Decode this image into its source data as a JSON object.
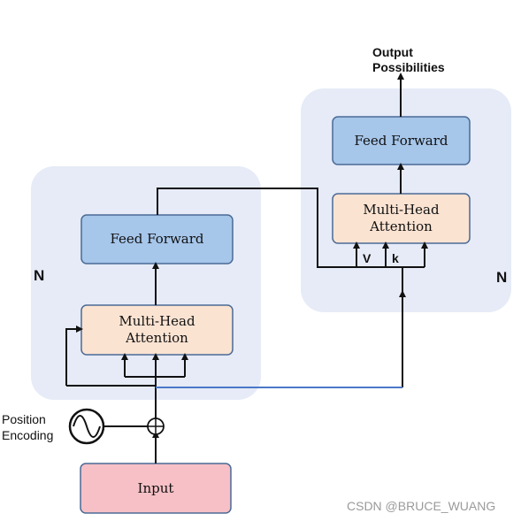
{
  "encoder": {
    "repeat_label": "N",
    "feed_forward_label": "Feed Forward",
    "attention_line1": "Multi-Head",
    "attention_line2": "Attention"
  },
  "decoder": {
    "repeat_label": "N",
    "feed_forward_label": "Feed Forward",
    "attention_line1": "Multi-Head",
    "attention_line2": "Attention",
    "v_label": "V",
    "k_label": "k"
  },
  "input_label": "Input",
  "position_encoding_line1": "Position",
  "position_encoding_line2": "Encoding",
  "output_line1": "Output",
  "output_line2": "Possibilities",
  "watermark": "CSDN @BRUCE_WUANG",
  "colors": {
    "panel": "#e6ebf7",
    "feed_forward": "#a6c6ea",
    "attention": "#fbe3d2",
    "input": "#f6c0c6",
    "box_border": "#4a6a96",
    "line": "#111111",
    "blue_line": "#4a78c8"
  }
}
